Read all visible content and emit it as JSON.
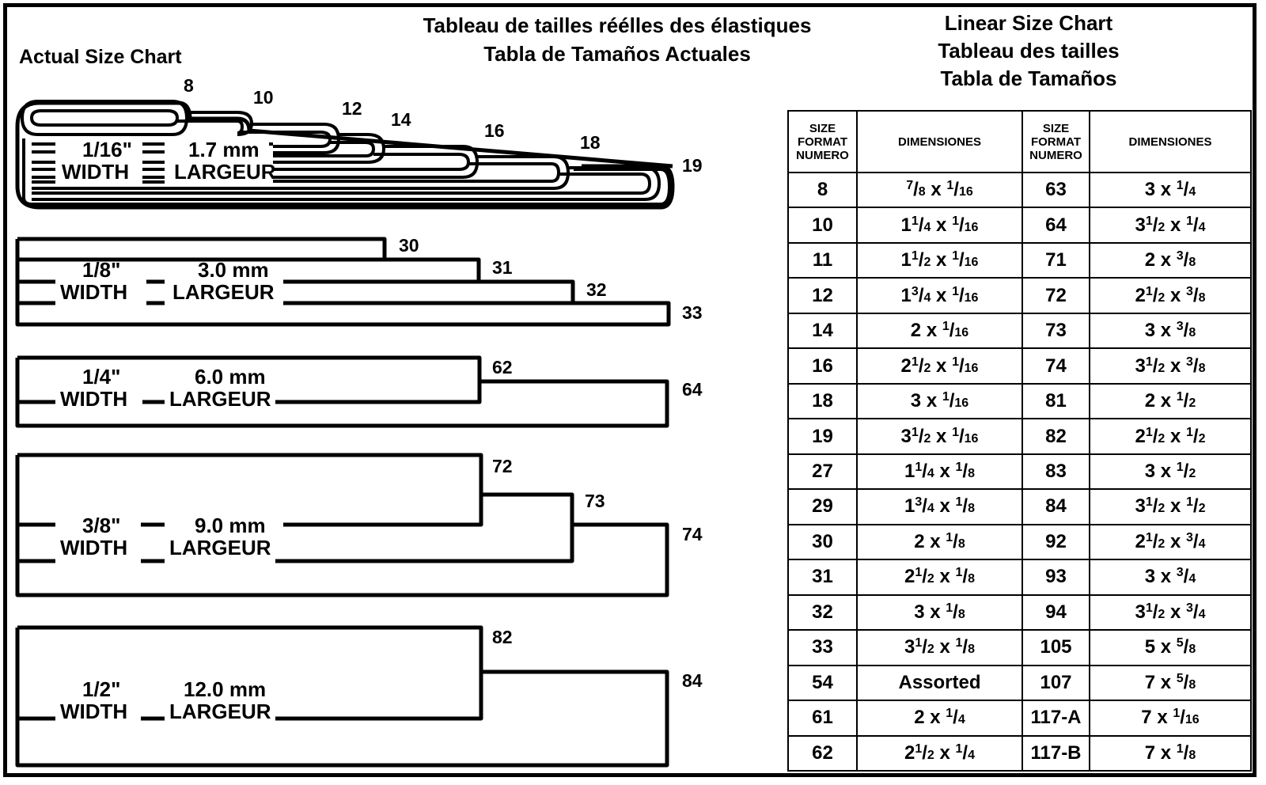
{
  "titles": {
    "left": "Actual Size Chart",
    "center_line1": "Tableau de tailles réélles des élastiques",
    "center_line2": "Tabla de Tamaños Actuales",
    "right_line1": "Linear Size Chart",
    "right_line2": "Tableau des tailles",
    "right_line3": "Tabla de Tamaños"
  },
  "diagram": {
    "group1": {
      "width_in": "1/16\"",
      "width_word": "WIDTH",
      "mm": "1.7 mm",
      "largeur": "LARGEUR",
      "sizes": [
        "8",
        "10",
        "12",
        "14",
        "16",
        "18",
        "19"
      ]
    },
    "group2": {
      "width_in": "1/8\"",
      "width_word": "WIDTH",
      "mm": "3.0 mm",
      "largeur": "LARGEUR",
      "sizes": [
        "30",
        "31",
        "32",
        "33"
      ]
    },
    "group3": {
      "width_in": "1/4\"",
      "width_word": "WIDTH",
      "mm": "6.0 mm",
      "largeur": "LARGEUR",
      "sizes": [
        "62",
        "64"
      ]
    },
    "group4": {
      "width_in": "3/8\"",
      "width_word": "WIDTH",
      "mm": "9.0 mm",
      "largeur": "LARGEUR",
      "sizes": [
        "72",
        "73",
        "74"
      ]
    },
    "group5": {
      "width_in": "1/2\"",
      "width_word": "WIDTH",
      "mm": "12.0 mm",
      "largeur": "LARGEUR",
      "sizes": [
        "82",
        "84"
      ]
    }
  },
  "table": {
    "headers": {
      "size_line1": "SIZE",
      "size_line2": "FORMAT",
      "size_line3": "NUMERO",
      "dimensions": "DIMENSIONES"
    },
    "rows": [
      [
        "8",
        "7/8 x 1/16",
        "63",
        "3 x 1/4"
      ],
      [
        "10",
        "1 1/4 x 1/16",
        "64",
        "3 1/2 x 1/4"
      ],
      [
        "11",
        "1 1/2 x 1/16",
        "71",
        "2 x 3/8"
      ],
      [
        "12",
        "1 3/4 x 1/16",
        "72",
        "2 1/2 x 3/8"
      ],
      [
        "14",
        "2 x 1/16",
        "73",
        "3 x 3/8"
      ],
      [
        "16",
        "2 1/2 x 1/16",
        "74",
        "3 1/2 x 3/8"
      ],
      [
        "18",
        "3 x 1/16",
        "81",
        "2 x 1/2"
      ],
      [
        "19",
        "3 1/2 x 1/16",
        "82",
        "2 1/2 x 1/2"
      ],
      [
        "27",
        "1 1/4 x 1/8",
        "83",
        "3 x 1/2"
      ],
      [
        "29",
        "1 3/4 x 1/8",
        "84",
        "3 1/2 x 1/2"
      ],
      [
        "30",
        "2 x 1/8",
        "92",
        "2 1/2 x 3/4"
      ],
      [
        "31",
        "2 1/2 x 1/8",
        "93",
        "3 x 3/4"
      ],
      [
        "32",
        "3 x 1/8",
        "94",
        "3 1/2 x 3/4"
      ],
      [
        "33",
        "3 1/2 x 1/8",
        "105",
        "5 x 5/8"
      ],
      [
        "54",
        "Assorted",
        "107",
        "7 x 5/8"
      ],
      [
        "61",
        "2 x 1/4",
        "117-A",
        "7 x 1/16"
      ],
      [
        "62",
        "2 1/2 x 1/4",
        "117-B",
        "7 x 1/8"
      ]
    ]
  }
}
